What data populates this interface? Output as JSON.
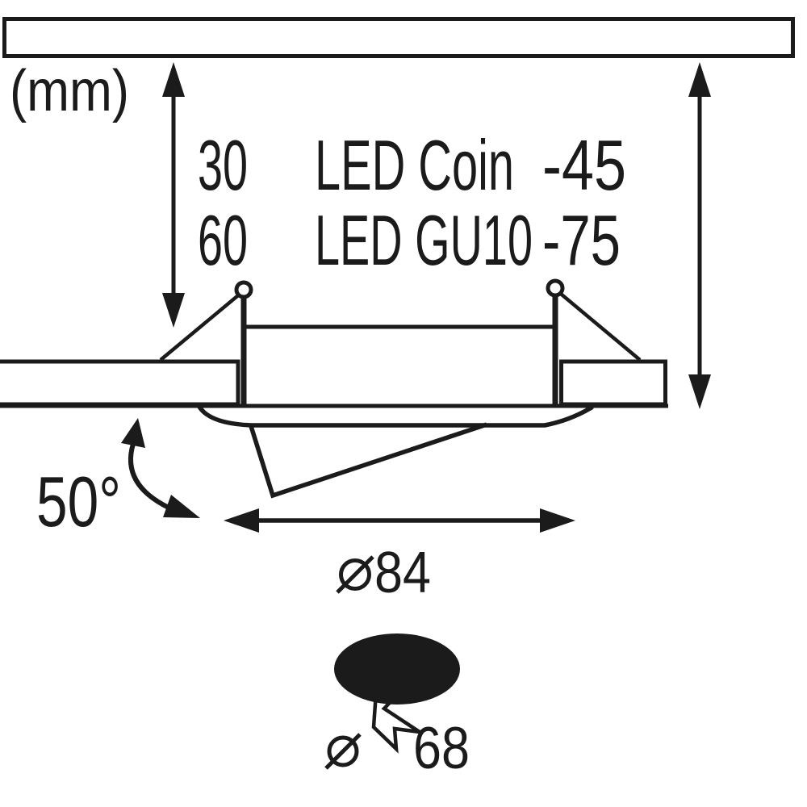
{
  "unit_label": "(mm)",
  "spec_table": {
    "rows": [
      {
        "depth": "30",
        "lamp": "LED Coin",
        "total": "-45"
      },
      {
        "depth": "60",
        "lamp": "LED GU10",
        "total": "-75"
      }
    ]
  },
  "dimensions": {
    "tilt_angle": "50°",
    "outer_diameter": "84",
    "cutout_diameter": "68"
  },
  "colors": {
    "ceiling_light": "#c3c3c7",
    "ceiling_dark": "#5c5c5f",
    "line": "#1b1b1b",
    "bolt_fill": "#cccccf",
    "background": "#ffffff"
  }
}
